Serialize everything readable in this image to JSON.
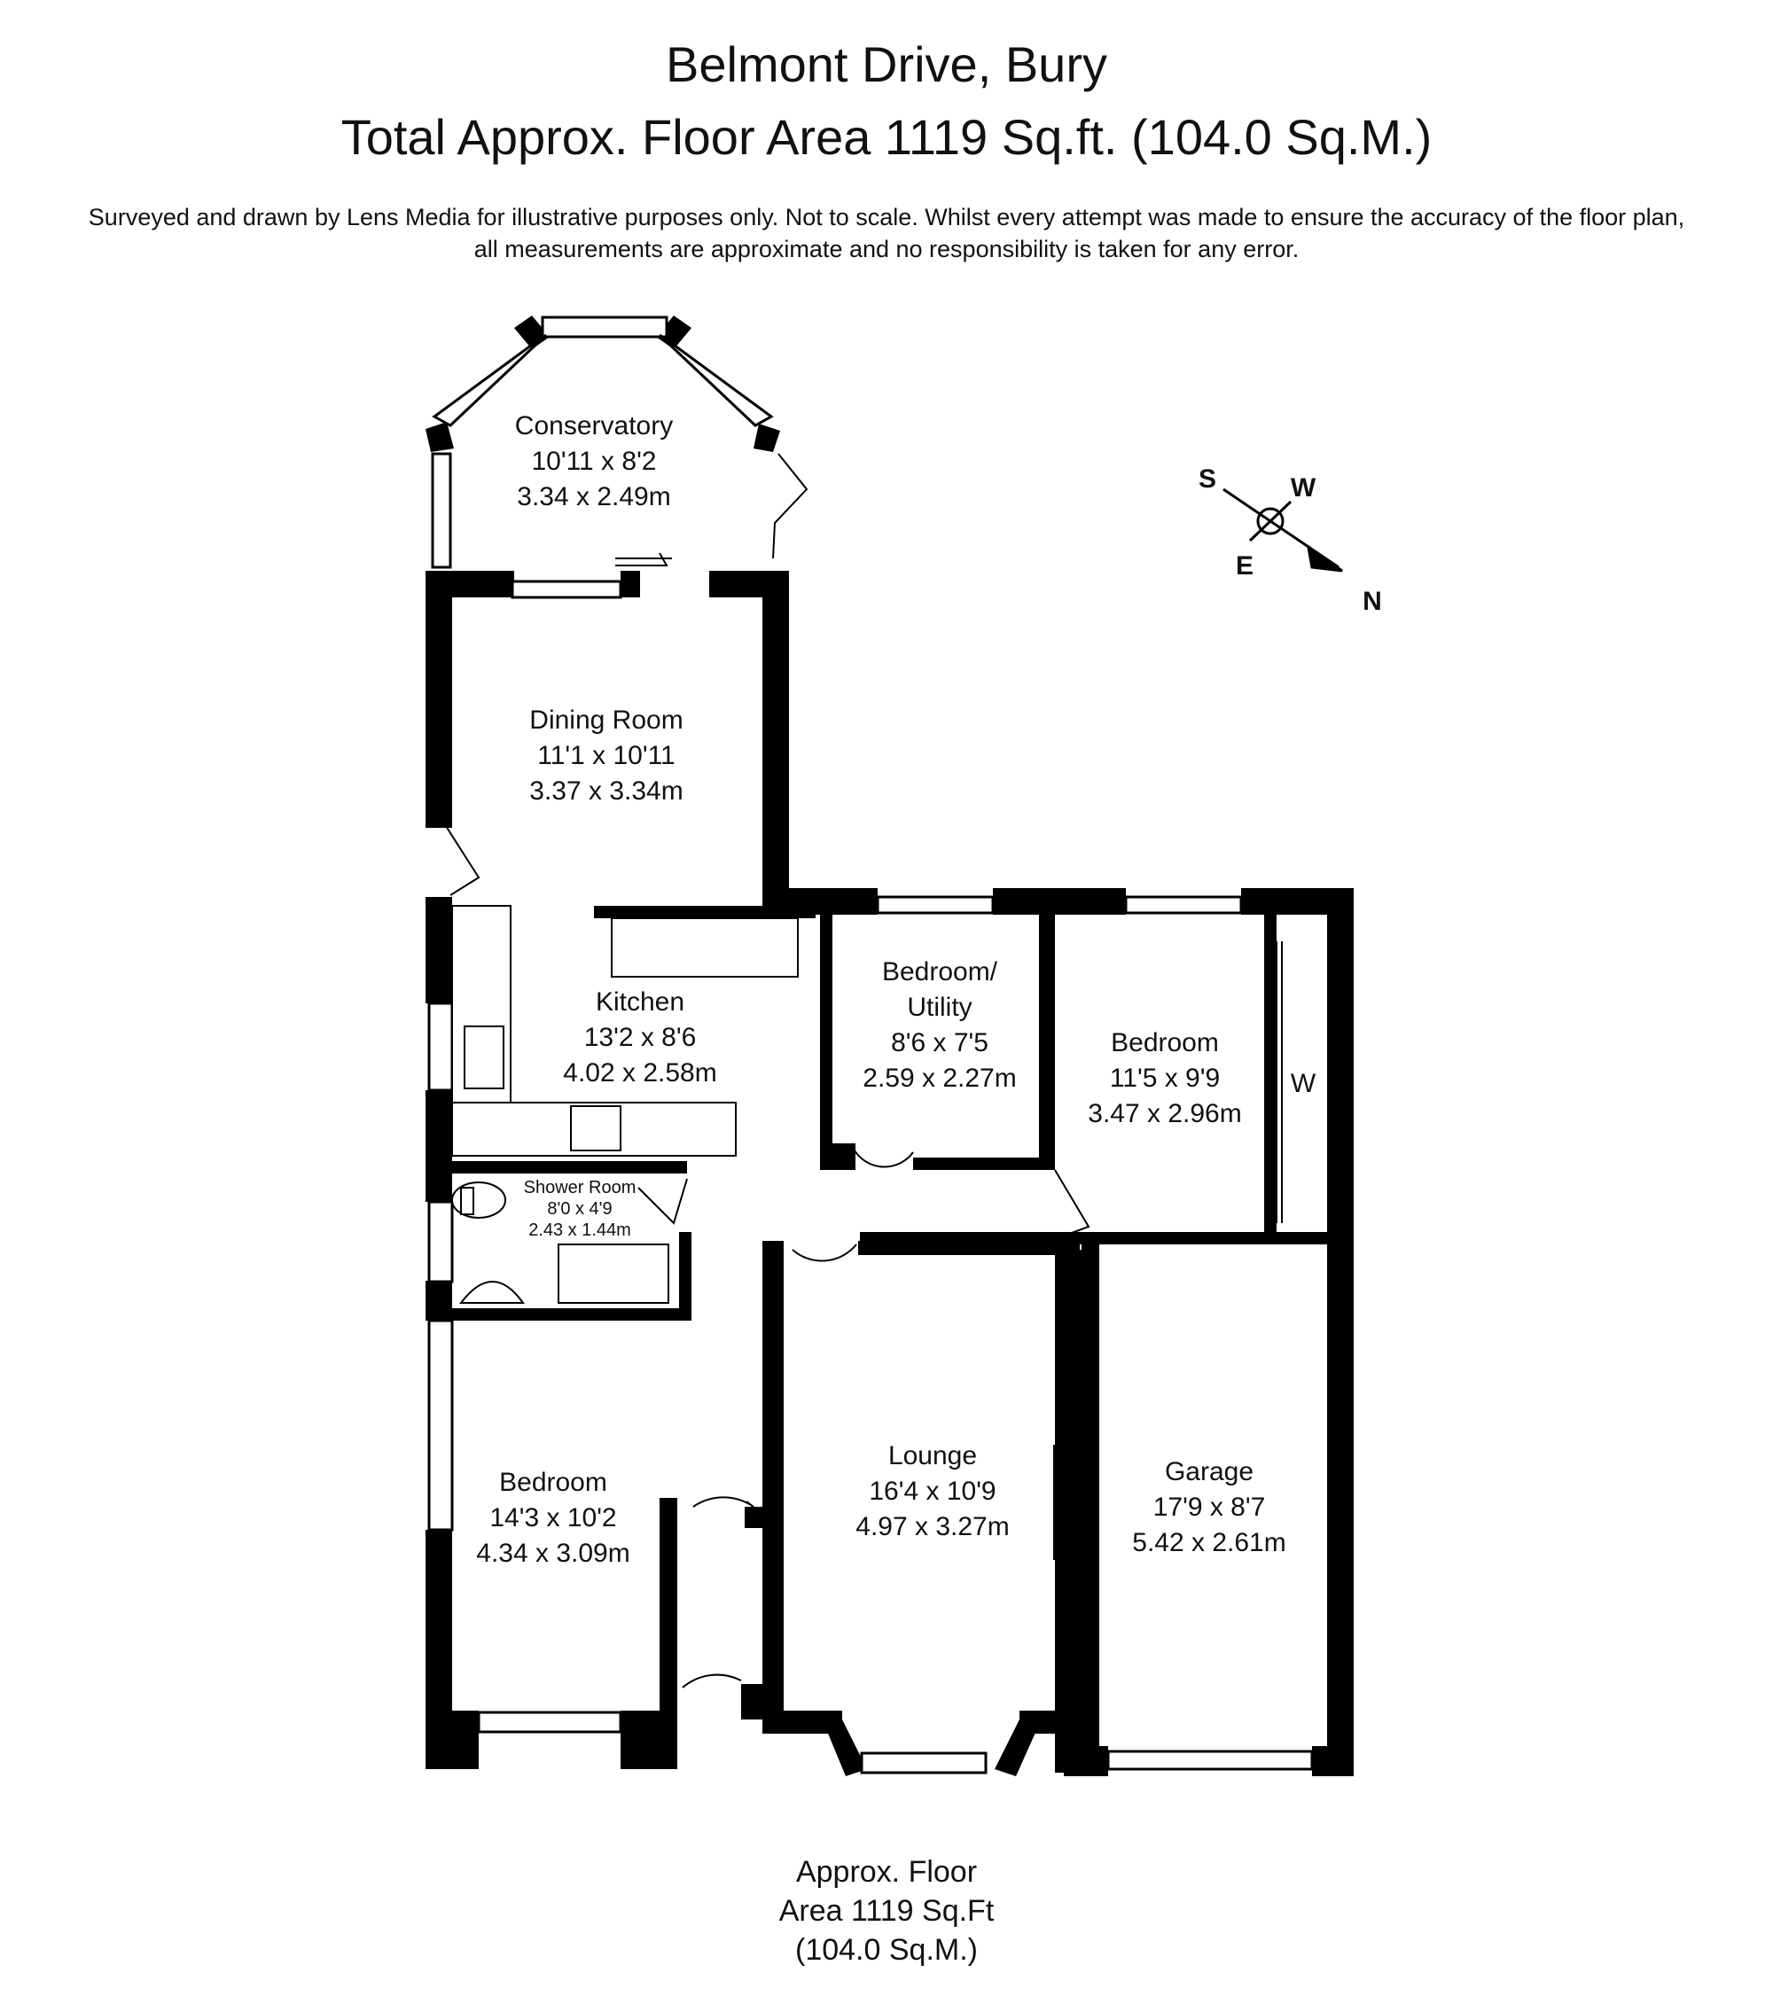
{
  "header": {
    "title": "Belmont Drive, Bury",
    "area": "Total Approx. Floor Area 1119 Sq.ft. (104.0 Sq.M.)",
    "disclaimer_line1": "Surveyed and drawn by Lens Media for illustrative purposes only. Not to scale. Whilst every attempt was made to ensure the accuracy of the floor plan,",
    "disclaimer_line2": "all measurements are approximate and no responsibility is taken for any error."
  },
  "rooms": {
    "conservatory": {
      "name": "Conservatory",
      "imperial": "10'11 x 8'2",
      "metric": "3.34 x 2.49m"
    },
    "dining": {
      "name": "Dining Room",
      "imperial": "11'1 x 10'11",
      "metric": "3.37 x 3.34m"
    },
    "kitchen": {
      "name": "Kitchen",
      "imperial": "13'2 x 8'6",
      "metric": "4.02 x 2.58m"
    },
    "utility": {
      "name1": "Bedroom/",
      "name2": "Utility",
      "imperial": "8'6 x 7'5",
      "metric": "2.59 x 2.27m"
    },
    "bedroom_right": {
      "name": "Bedroom",
      "imperial": "11'5 x 9'9",
      "metric": "3.47 x 2.96m",
      "wardrobe": "W"
    },
    "shower": {
      "name": "Shower Room",
      "imperial": "8'0 x 4'9",
      "metric": "2.43 x 1.44m"
    },
    "bedroom_left": {
      "name": "Bedroom",
      "imperial": "14'3 x 10'2",
      "metric": "4.34 x 3.09m"
    },
    "lounge": {
      "name": "Lounge",
      "imperial": "16'4 x 10'9",
      "metric": "4.97 x 3.27m"
    },
    "garage": {
      "name": "Garage",
      "imperial": "17'9 x 8'7",
      "metric": "5.42 x 2.61m"
    }
  },
  "compass": {
    "s": "S",
    "w": "W",
    "e": "E",
    "n": "N"
  },
  "footer": {
    "line1": "Approx. Floor",
    "line2": "Area 1119 Sq.Ft",
    "line3": "(104.0 Sq.M.)"
  }
}
